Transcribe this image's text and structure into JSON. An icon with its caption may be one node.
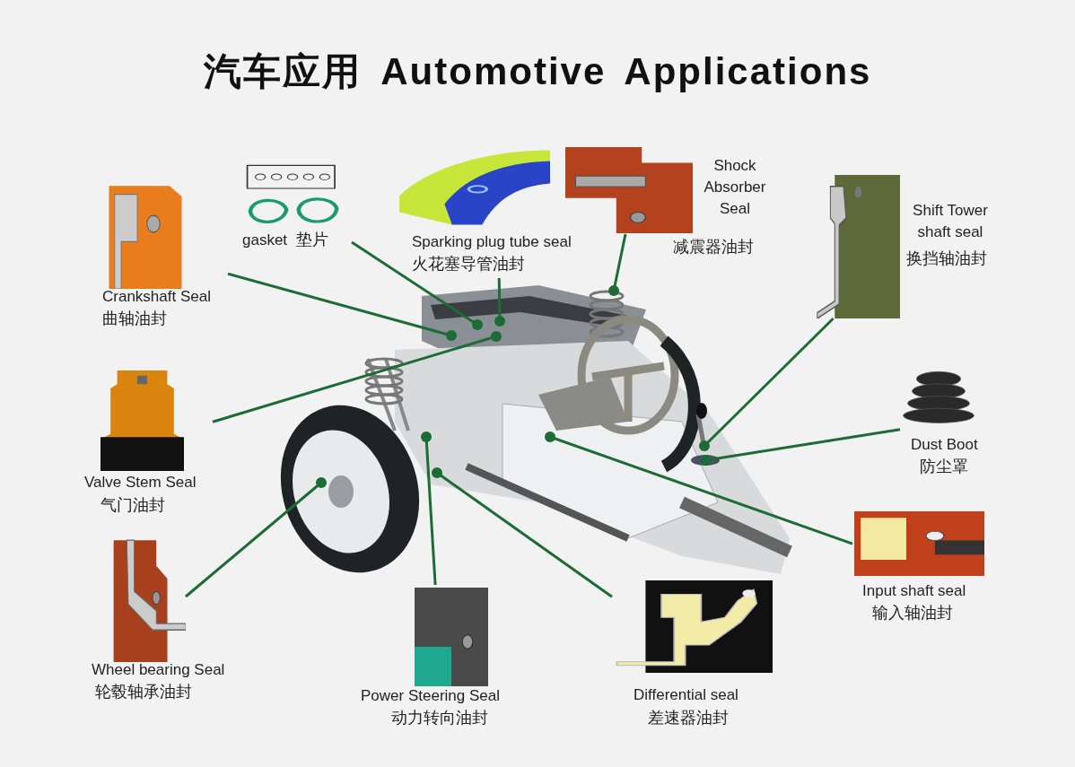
{
  "diagram": {
    "title": "汽车应用 Automotive Applications",
    "nodes": [
      {
        "text": [
          "gasket",
          "垫片"
        ]
      },
      {
        "text": [
          "Sparking plug tube seal",
          "火花塞导管油封"
        ]
      },
      {
        "text": [
          "Shock Absorber Seal",
          "减震器油封"
        ]
      },
      {
        "text": [
          "Shift Tower shaft seal",
          "换挡轴油封"
        ]
      },
      {
        "text": [
          "Crankshaft Seal",
          "曲轴油封"
        ]
      },
      {
        "text": [
          "Valve Stem Seal",
          "气门油封"
        ]
      },
      {
        "text": [
          "Dust Boot",
          "防尘罩"
        ]
      },
      {
        "text": [
          "Input shaft seal",
          "输入轴油封"
        ]
      },
      {
        "text": [
          "Wheel bearing Seal",
          "轮毂轴承油封"
        ]
      },
      {
        "text": [
          "Power Steering Seal",
          "动力转向油封"
        ]
      },
      {
        "text": [
          "Differential seal",
          "差速器油封"
        ]
      }
    ],
    "edges": [
      {
        "from": 0,
        "to": null,
        "arrow": "other"
      },
      {
        "from": 1,
        "to": null,
        "arrow": "other"
      },
      {
        "from": 2,
        "to": null,
        "arrow": "other"
      },
      {
        "from": 3,
        "to": null,
        "arrow": "other"
      },
      {
        "from": 4,
        "to": null,
        "arrow": "other"
      },
      {
        "from": 5,
        "to": null,
        "arrow": "other"
      },
      {
        "from": 6,
        "to": null,
        "arrow": "other"
      },
      {
        "from": 7,
        "to": null,
        "arrow": "other"
      },
      {
        "from": 8,
        "to": null,
        "arrow": "other"
      },
      {
        "from": 9,
        "to": null,
        "arrow": "other"
      },
      {
        "from": 10,
        "to": null,
        "arrow": "other"
      }
    ]
  }
}
